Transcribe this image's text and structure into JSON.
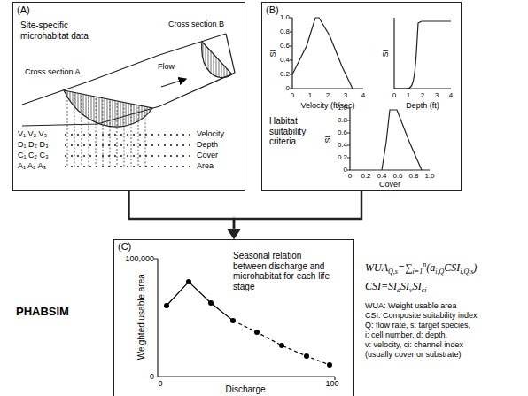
{
  "diagram": {
    "nodes": [
      {
        "text": [
          "(A)",
          "Site-specific microhabitat data"
        ]
      },
      {
        "text": [
          "(B)",
          "Habitat suitability criteria"
        ]
      },
      {
        "text": [
          "(C)",
          "Seasonal relation between discharge and microhabitat for each life stage"
        ]
      }
    ],
    "edges": [
      {
        "from": 0,
        "to": 2,
        "arrow": "to"
      },
      {
        "from": 1,
        "to": 2,
        "arrow": "to"
      }
    ],
    "labels": [
      "Cross section B",
      "Flow",
      "Cross section A",
      "V₁ V₂ V₃",
      "D₁ D₂ D₃",
      "C₁ C₂ C₃",
      "A₁ A₂ A₃",
      "Velocity",
      "Depth",
      "Cover",
      "Area",
      "SI",
      "0",
      "0.2",
      "0.4",
      "0.6",
      "0.8",
      "1.0",
      "0",
      "1",
      "2",
      "3",
      "4",
      "Velocity (ft/sec)",
      "SI",
      "0",
      "1",
      "2",
      "3",
      "4",
      "Depth (ft)",
      "SI",
      "0",
      "0.2",
      "0.4",
      "0.6",
      "0.8",
      "1.0",
      "0",
      "0.2",
      "0.4",
      "0.6",
      "0.8",
      "1.0",
      "Cover",
      "100,000",
      "0",
      "Weighted usable area",
      "0",
      "100",
      "Discharge",
      "PHABSIM",
      "WUA",
      "Q,s",
      "=",
      "∑",
      "i=1",
      "n",
      "(a",
      "i,Q",
      "CSI",
      "i,Q,s",
      ")",
      "CSI=SI",
      "d",
      "SI",
      "v",
      "SI",
      "ci",
      "WUA: Weight usable area",
      "CSI: Composite suitability index",
      "Q: flow rate, s: target species,",
      "i: cell number, d: depth,",
      "v: velocity, ci: channel index",
      "(usually cover or substrate)"
    ]
  }
}
